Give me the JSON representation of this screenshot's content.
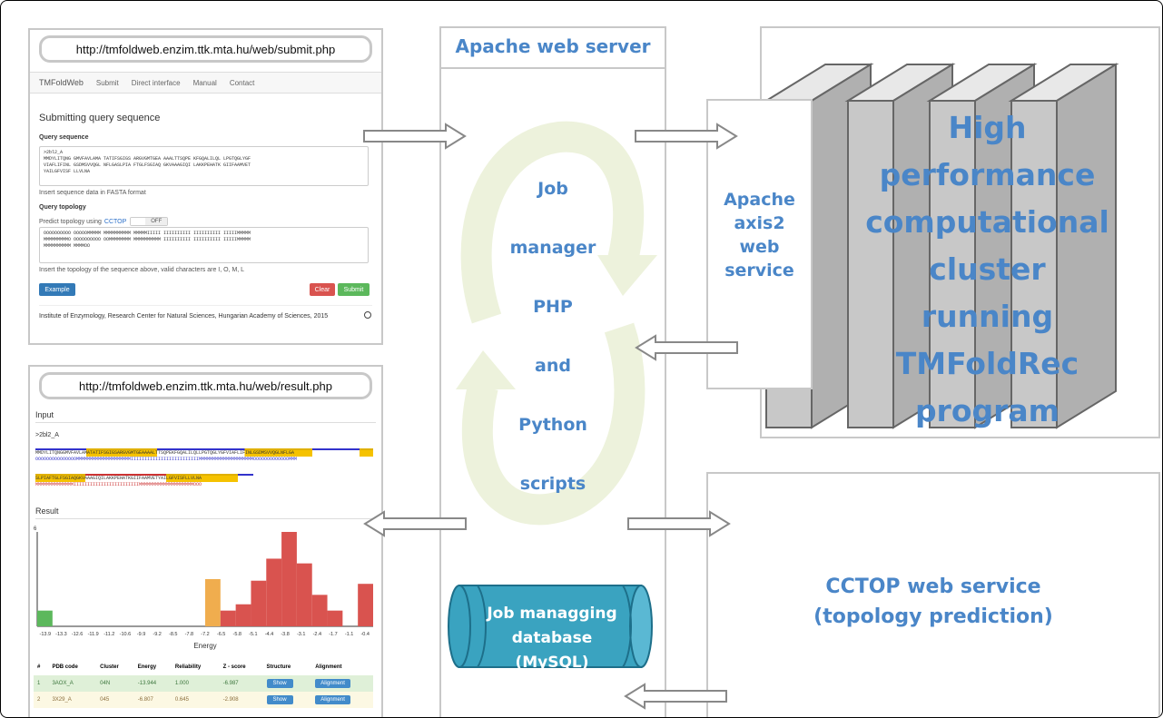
{
  "submit_page": {
    "url": "http://tmfoldweb.enzim.ttk.mta.hu/web/submit.php",
    "nav": {
      "brand": "TMFoldWeb",
      "items": [
        "Submit",
        "Direct interface",
        "Manual",
        "Contact"
      ]
    },
    "title": "Submitting query sequence",
    "query_sequence_label": "Query sequence",
    "sequence_lines": [
      ">2bl2_A",
      "MMDYLITQNG GMVFAVLAMA TATIFSGIGS ARGVGMTGEA AAALTTSQPE KFGQALILQL LPGTQGLYGF",
      "VIAFLIFINL GSDMSVVQGL NFLGASLPIA FTGLFSGIAQ GKVAAAGIQI LAKKPEHATK GIIFAAMVET",
      "YAILGFVISF LLVLNA"
    ],
    "sequence_help": "Insert sequence data in FASTA format",
    "query_topology_label": "Query topology",
    "predict_label": "Predict topology using",
    "cctop_link": "CCTOP",
    "toggle": "OFF",
    "topology_lines": [
      "OOOOOOOOOO OOOOOMMMMM MMMMMMMMMM MMMMMIIIII IIIIIIIIII IIIIIIIIII IIIIIMMMMM",
      "MMMMMMMMMO OOOOOOOOOO OOMMMMMMMM MMMMMMMMMM IIIIIIIIII IIIIIIIIII IIIIIMMMMM",
      "MMMMMMMMMM MMMMOO"
    ],
    "topology_help": "Insert the topology of the sequence above, valid characters are I, O, M, L",
    "example_button": "Example",
    "clear_button": "Clear",
    "submit_button": "Submit",
    "footer": "Institute of Enzymology, Research Center for Natural Sciences, Hungarian Academy of Sciences, 2015"
  },
  "result_page": {
    "url": "http://tmfoldweb.enzim.ttk.mta.hu/web/result.php",
    "input_heading": "Input",
    "input_id": ">2bl2_A",
    "seq_line1": "MMDYLITQNGGMVFAVLAMATATIFSGIGSARGVGMTGEAAAALTTSQPEKFGQALILQLLPGTQGLYGFVIAFLIFINLGSDMSVVQGLNFLGA",
    "top_line1": "OOOOOOOOOOOOOOOMMMMMMMMMMMMMMMMMMMMIIIIIIIIIIIIIIIIIIIIIIIIIMMMMMMMMMMMMMMMMMMMMOOOOOOOOOOOOOMMM",
    "seq_line2": "SLPIAFTGLFSGIAQGKVAAAGIQILAKKPEHATKGIIFAAMVETYAILGFVISFLLVLNA",
    "top_line2": "MMMMMMMMMMMMMMIIIIIIIIIIIIIIIIIIIIIIIIMMMMMMMMMMMMMMMMMMMMOOO",
    "result_heading": "Result",
    "table_headers": [
      "#",
      "PDB code",
      "Cluster",
      "Energy",
      "Reliability",
      "Z - score",
      "Structure",
      "Alignment"
    ],
    "rows": [
      {
        "n": "1",
        "pdb": "3AOX_A",
        "cluster": "04N",
        "energy": "-13.944",
        "reliability": "1.000",
        "z": "-6.987",
        "structure": "Show",
        "alignment": "Alignment"
      },
      {
        "n": "2",
        "pdb": "3X29_A",
        "cluster": "045",
        "energy": "-6.807",
        "reliability": "0.645",
        "z": "-2.908",
        "structure": "Show",
        "alignment": "Alignment"
      }
    ]
  },
  "chart_data": {
    "type": "bar",
    "xlabel": "Energy",
    "y_max_label": "6",
    "ylim": [
      0,
      6
    ],
    "tick_labels": [
      "-13.9",
      "-13.3",
      "-12.6",
      "-11.9",
      "-11.2",
      "-10.6",
      "-9.9",
      "-9.2",
      "-8.5",
      "-7.8",
      "-7.2",
      "-6.5",
      "-5.8",
      "-5.1",
      "-4.4",
      "-3.8",
      "-3.1",
      "-2.4",
      "-1.7",
      "-1.1",
      "-0.4"
    ],
    "values": [
      1,
      0,
      0,
      0,
      0,
      0,
      0,
      0,
      0,
      0,
      0,
      3,
      1,
      1.4,
      2.9,
      4.3,
      6,
      4,
      2,
      1,
      0,
      2.7
    ],
    "colors": [
      "#5cb85c",
      "#ffffff",
      "#ffffff",
      "#ffffff",
      "#ffffff",
      "#ffffff",
      "#ffffff",
      "#ffffff",
      "#ffffff",
      "#ffffff",
      "#ffffff",
      "#f0ad4e",
      "#d9534f",
      "#d9534f",
      "#d9534f",
      "#d9534f",
      "#d9534f",
      "#d9534f",
      "#d9534f",
      "#d9534f",
      "#ffffff",
      "#d9534f"
    ]
  },
  "apache": {
    "title": "Apache web server",
    "job_lines": [
      "Job",
      "manager",
      "PHP",
      "and",
      "Python",
      "scripts"
    ],
    "db_label": "Job managging database (MySQL)"
  },
  "axis2": {
    "lines": [
      "Apache",
      "axis2",
      "web",
      "service"
    ]
  },
  "cluster": {
    "lines": [
      "High",
      "performance",
      "computational",
      "cluster",
      "running",
      "TMFoldRec",
      "program"
    ]
  },
  "cctop": {
    "lines": [
      "CCTOP web service",
      "(topology prediction)"
    ]
  },
  "colors": {
    "accent_blue": "#4a86c8",
    "cycle_green": "#edf2dc",
    "db_teal": "#3aa3c0",
    "block_gray": "#c8c8c8"
  }
}
